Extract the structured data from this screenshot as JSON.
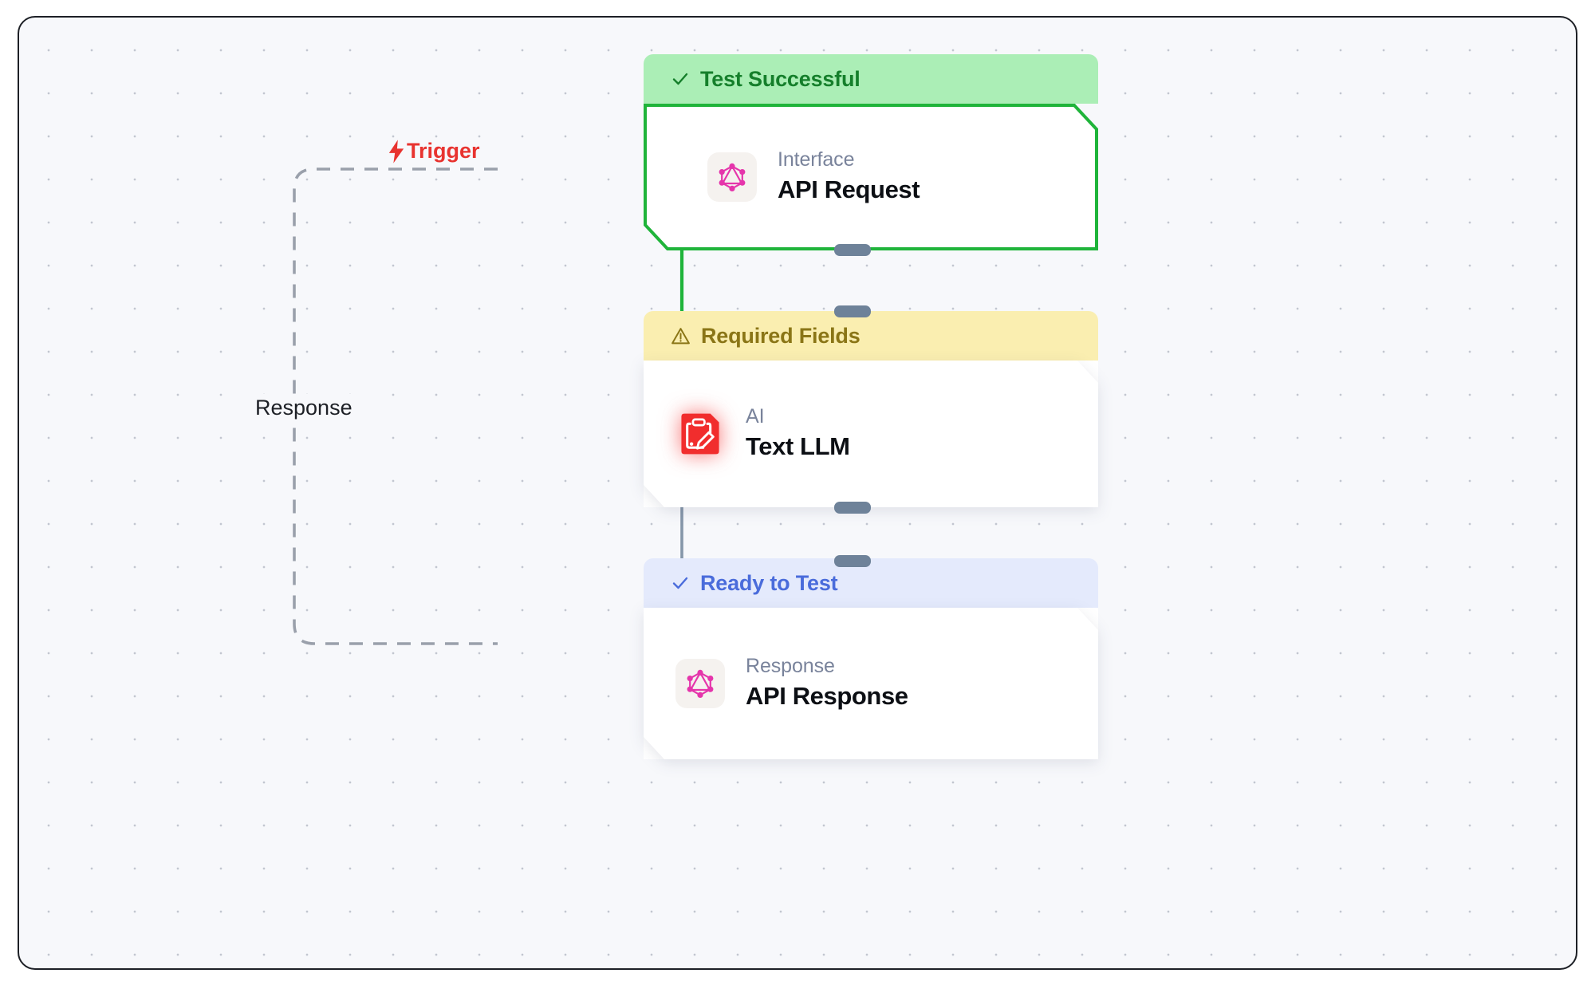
{
  "canvas": {
    "background_color": "#f7f8fb",
    "border_color": "#1d2026",
    "grid": "dot-grid"
  },
  "edges": [
    {
      "id": "trigger-edge",
      "label": "Trigger",
      "icon": "lightning-bolt-icon",
      "style": "dashed",
      "color": "#9aa0ab",
      "label_color": "#e8332f",
      "from": "API Response",
      "to": "API Request"
    },
    {
      "id": "response-edge",
      "label": "Response",
      "style": "dashed",
      "color": "#9aa0ab",
      "label_color": "#1d2026"
    },
    {
      "id": "request-to-llm",
      "label": "",
      "style": "solid",
      "color": "#1fb43a"
    },
    {
      "id": "llm-to-response",
      "label": "",
      "style": "solid",
      "color": "#74879c"
    }
  ],
  "nodes": [
    {
      "id": "api-request",
      "status": {
        "text": "Test Successful",
        "icon": "check-icon",
        "bg_color": "#abeeb6",
        "text_color": "#157f2b"
      },
      "icon": "graphql-icon",
      "icon_color": "#e535ab",
      "category": "Interface",
      "title": "API Request",
      "border_color": "#1fb43a"
    },
    {
      "id": "text-llm",
      "status": {
        "text": "Required Fields",
        "icon": "warning-triangle-icon",
        "bg_color": "#faeeb0",
        "text_color": "#8a7516"
      },
      "icon": "clipboard-pencil-icon",
      "icon_color": "#f12d2d",
      "category": "AI",
      "title": "Text LLM",
      "border_color": "none"
    },
    {
      "id": "api-response",
      "status": {
        "text": "Ready to Test",
        "icon": "check-icon",
        "bg_color": "#e4eafc",
        "text_color": "#4a6cdb"
      },
      "icon": "graphql-icon",
      "icon_color": "#e535ab",
      "category": "Response",
      "title": "API Response",
      "border_color": "none"
    }
  ]
}
